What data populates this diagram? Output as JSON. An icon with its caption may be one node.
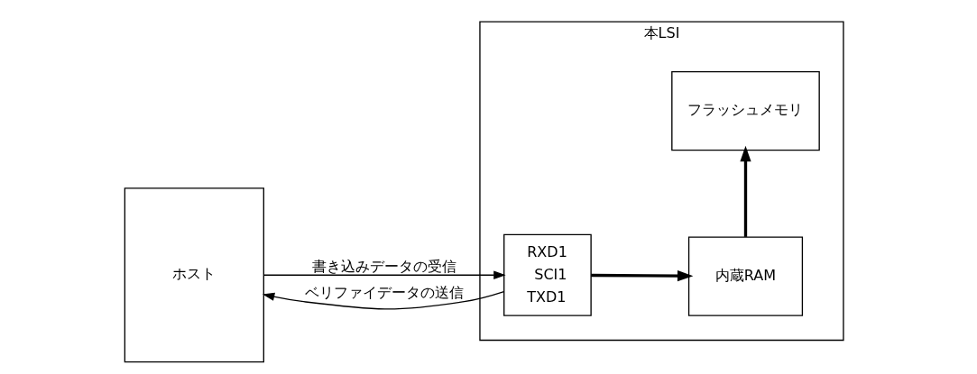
{
  "diagram": {
    "nodes": [
      {
        "text": [
          "ホスト"
        ]
      },
      {
        "text": [
          "本LSI"
        ]
      },
      {
        "text": [
          "フラッシュメモリ"
        ],
        "in": 1
      },
      {
        "text": [
          "RXD1",
          "SCI1",
          "TXD1"
        ],
        "in": 1
      },
      {
        "text": [
          "内蔵RAM"
        ],
        "in": 1
      }
    ],
    "edges": [
      {
        "from": 0,
        "to": 3,
        "arrow": "to",
        "label": "書き込みデータの受信"
      },
      {
        "from": 3,
        "to": 0,
        "arrow": "to",
        "label": "ベリファイデータの送信"
      },
      {
        "from": 3,
        "to": 4,
        "arrow": "to",
        "style": "thick"
      },
      {
        "from": 4,
        "to": 2,
        "arrow": "to",
        "style": "thick"
      }
    ]
  }
}
